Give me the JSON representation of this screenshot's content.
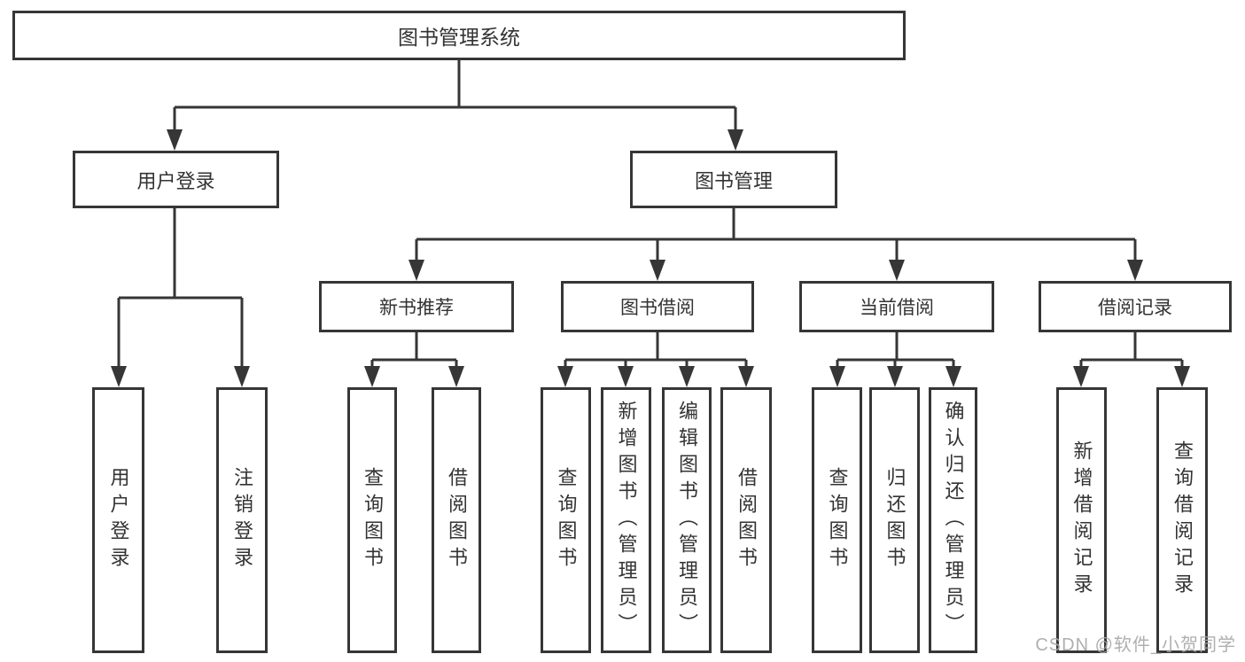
{
  "tree": {
    "label": "图书管理系统",
    "children": [
      {
        "label": "用户登录",
        "children": [
          {
            "label": "用户登录"
          },
          {
            "label": "注销登录"
          }
        ]
      },
      {
        "label": "图书管理",
        "children": [
          {
            "label": "新书推荐",
            "children": [
              {
                "label": "查询图书"
              },
              {
                "label": "借阅图书"
              }
            ]
          },
          {
            "label": "图书借阅",
            "children": [
              {
                "label": "查询图书"
              },
              {
                "label": "新增图书（管理员）"
              },
              {
                "label": "编辑图书（管理员）"
              },
              {
                "label": "借阅图书"
              }
            ]
          },
          {
            "label": "当前借阅",
            "children": [
              {
                "label": "查询图书"
              },
              {
                "label": "归还图书"
              },
              {
                "label": "确认归还（管理员）"
              }
            ]
          },
          {
            "label": "借阅记录",
            "children": [
              {
                "label": "新增借阅记录"
              },
              {
                "label": "查询借阅记录"
              }
            ]
          }
        ]
      }
    ]
  },
  "watermark": {
    "text": "CSDN @软件_小贺同学"
  },
  "colors": {
    "line": "#363636",
    "node_border": "#363636",
    "node_text": "#333333",
    "background": "#ffffff",
    "watermark": "#a8a8a8"
  }
}
